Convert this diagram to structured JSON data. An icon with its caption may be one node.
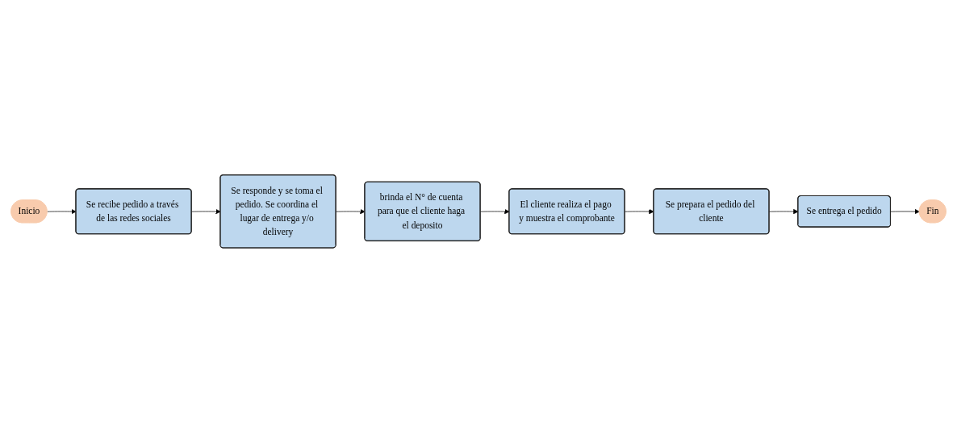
{
  "diagram": {
    "nodes": [
      {
        "text": [
          "Inicio"
        ]
      },
      {
        "text": [
          "Se recibe pedido a través de las redes sociales"
        ]
      },
      {
        "text": [
          "Se responde y se toma el pedido. Se coordina el lugar de entrega y/o delivery"
        ]
      },
      {
        "text": [
          "brinda el N° de cuenta para que el cliente haga el deposito"
        ]
      },
      {
        "text": [
          "El cliente realiza el pago y muestra el comprobante"
        ]
      },
      {
        "text": [
          "Se prepara el pedido del cliente"
        ]
      },
      {
        "text": [
          "Se entrega el pedido"
        ]
      },
      {
        "text": [
          "Fin"
        ]
      }
    ],
    "edges": [
      {
        "from": 0,
        "to": 1,
        "arrow": "to"
      },
      {
        "from": 1,
        "to": 2,
        "arrow": "to"
      },
      {
        "from": 2,
        "to": 3,
        "arrow": "to"
      },
      {
        "from": 3,
        "to": 4,
        "arrow": "to"
      },
      {
        "from": 4,
        "to": 5,
        "arrow": "to"
      },
      {
        "from": 5,
        "to": 6,
        "arrow": "to"
      },
      {
        "from": 6,
        "to": 7,
        "arrow": "to"
      }
    ]
  }
}
